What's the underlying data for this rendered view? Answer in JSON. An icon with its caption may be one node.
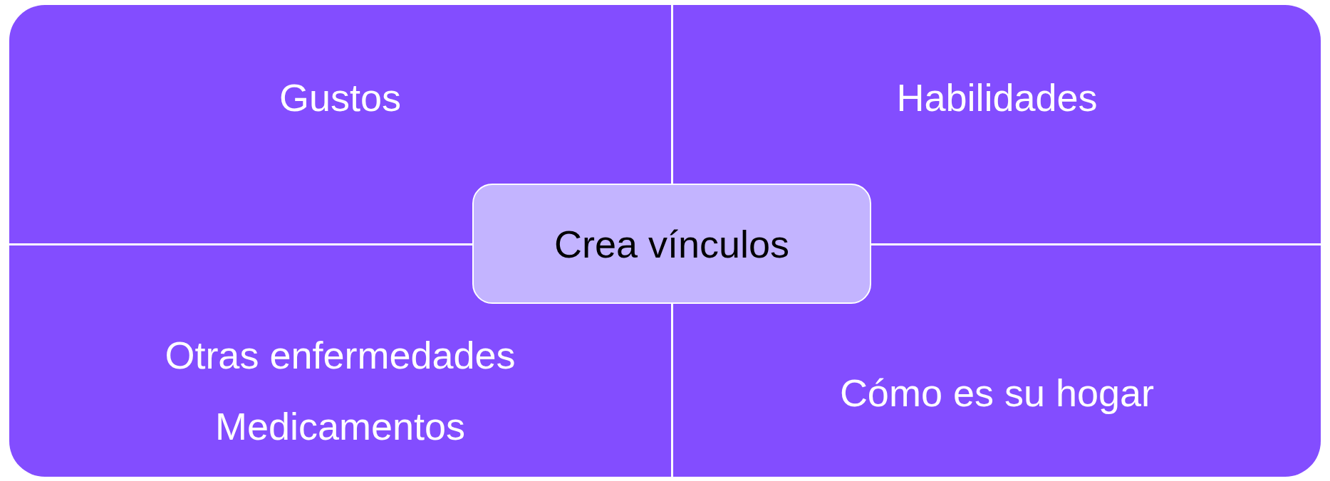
{
  "diagram": {
    "nodes": [
      {
        "text": [
          "Gustos"
        ]
      },
      {
        "text": [
          "Habilidades"
        ]
      },
      {
        "text": [
          "Otras enfermedades",
          "Medicamentos"
        ]
      },
      {
        "text": [
          "Cómo es su hogar"
        ]
      },
      {
        "text": [
          "Crea vínculos"
        ]
      }
    ]
  }
}
